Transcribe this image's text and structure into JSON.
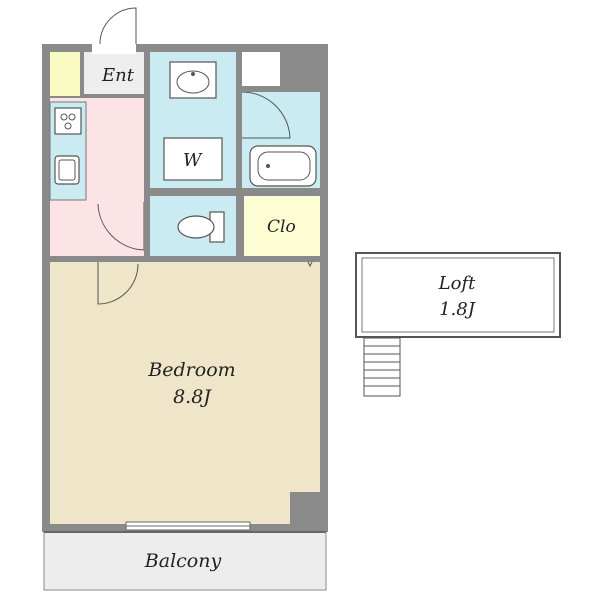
{
  "rooms": {
    "entrance": "Ent",
    "washroom": "W",
    "closet": "Clo",
    "bedroom": "Bedroom",
    "bedroom_size": "8.8J",
    "loft": "Loft",
    "loft_size": "1.8J",
    "balcony": "Balcony"
  },
  "colors": {
    "bedroom": "#efe5c8",
    "kitchen": "#fbe3e6",
    "wet_area": "#c9ebf1",
    "closet": "#fdfdd3",
    "entrance_box": "#fafac3",
    "balcony": "#ededed",
    "wall": "#8a8a8a"
  }
}
